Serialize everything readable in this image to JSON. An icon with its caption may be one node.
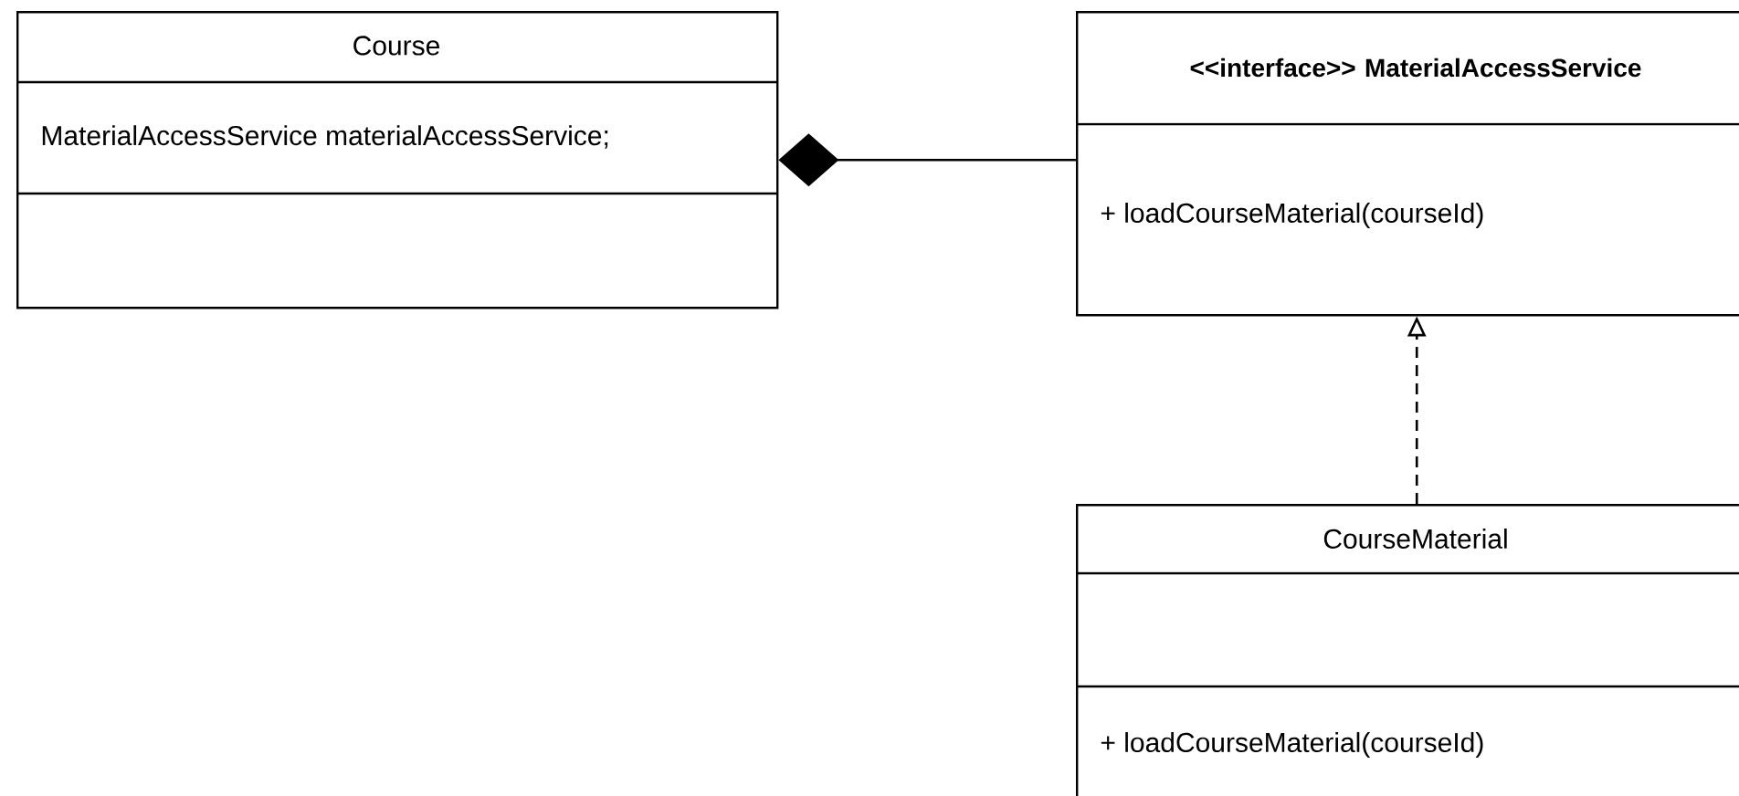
{
  "diagram": {
    "nodes": [
      {
        "text": [
          "Course",
          "MaterialAccessService materialAccessService;"
        ]
      },
      {
        "text": [
          "<<interface>> MaterialAccessService",
          "+ loadCourseMaterial(courseId)"
        ]
      },
      {
        "text": [
          "CourseMaterial",
          "+ loadCourseMaterial(courseId)"
        ]
      }
    ],
    "edges": [
      {
        "from": 0,
        "to": 1,
        "arrow": "other"
      },
      {
        "from": 2,
        "to": 1,
        "arrow": "to",
        "style": "dashed"
      }
    ]
  }
}
